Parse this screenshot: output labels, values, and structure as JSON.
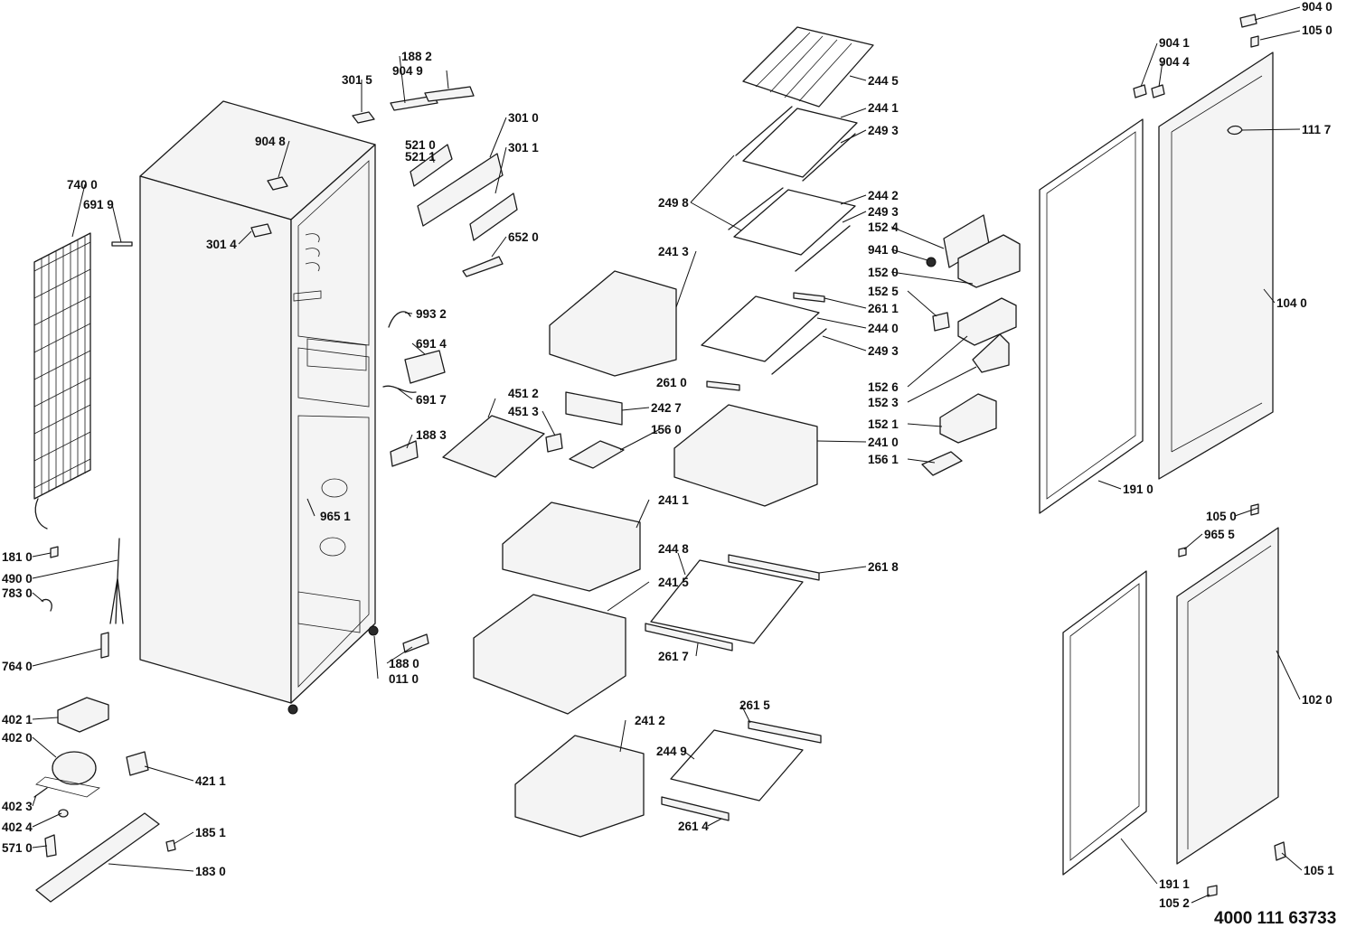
{
  "document_number": "4000 111 63733",
  "part_labels": [
    "904 0",
    "105 0",
    "904 1",
    "904 4",
    "111 7",
    "104 0",
    "191 0",
    "105 0",
    "965 5",
    "102 0",
    "191 1",
    "105 2",
    "105 1",
    "244 5",
    "244 1",
    "249 3",
    "249 8",
    "244 2",
    "249 3",
    "152 4",
    "941 0",
    "152 0",
    "152 5",
    "261 1",
    "244 0",
    "249 3",
    "152 6",
    "152 3",
    "261 0",
    "152 1",
    "156 1",
    "241 3",
    "242 7",
    "156 0",
    "241 0",
    "451 2",
    "451 3",
    "241 1",
    "261 8",
    "244 8",
    "241 5",
    "261 7",
    "241 2",
    "261 5",
    "244 9",
    "261 4",
    "188 2",
    "904 9",
    "301 5",
    "301 0",
    "521 0",
    "521 1",
    "301 1",
    "904 8",
    "652 0",
    "301 4",
    "993 2",
    "691 4",
    "691 7",
    "188 3",
    "965 1",
    "188 0",
    "011 0",
    "740 0",
    "691 9",
    "181 0",
    "490 0",
    "783 0",
    "764 0",
    "402 1",
    "402 0",
    "421 1",
    "402 3",
    "402 4",
    "185 1",
    "571 0",
    "183 0"
  ]
}
